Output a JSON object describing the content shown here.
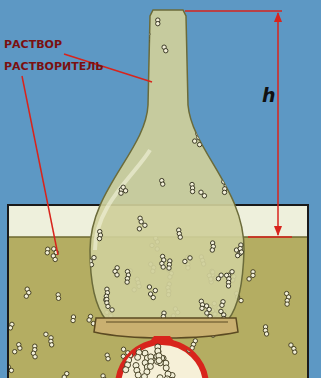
{
  "diagram": {
    "labels": [
      "РАСТВОР",
      "РАСТВОРИТЕЛЬ",
      "h"
    ]
  }
}
